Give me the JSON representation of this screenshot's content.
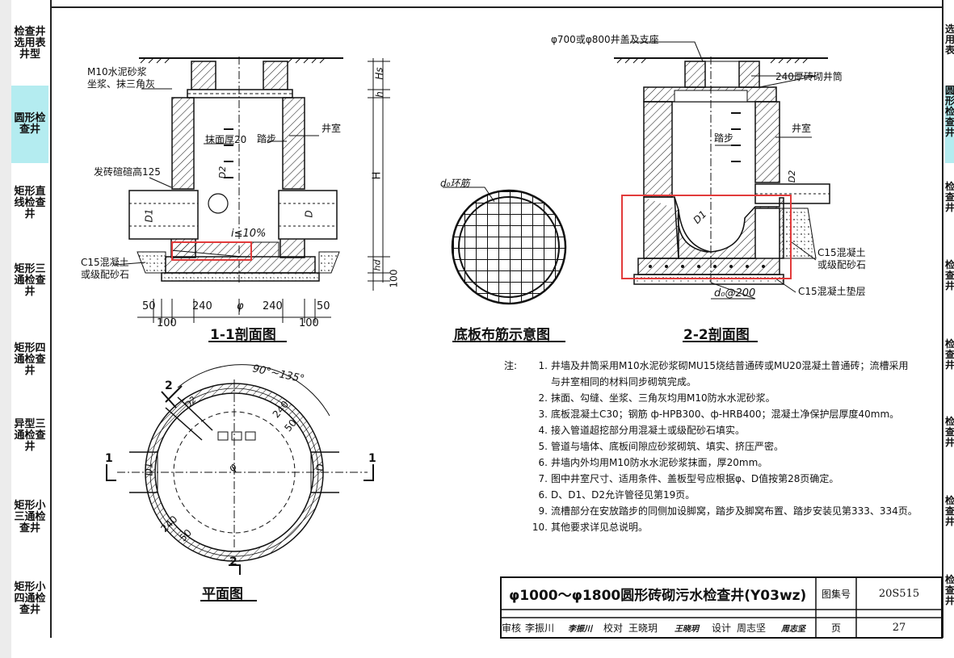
{
  "left_tabs": [
    {
      "label": "检查井选用表井型",
      "active": false
    },
    {
      "label": "圆形检查井",
      "active": true
    },
    {
      "label": "矩形直线检查井",
      "active": false
    },
    {
      "label": "矩形三通检查井",
      "active": false
    },
    {
      "label": "矩形四通检查井",
      "active": false
    },
    {
      "label": "异型三通检查井",
      "active": false
    },
    {
      "label": "矩形小三通检查井",
      "active": false
    },
    {
      "label": "矩形小四通检查井",
      "active": false
    }
  ],
  "right_tabs": [
    {
      "label": "选用表",
      "active": false
    },
    {
      "label": "圆形检查井",
      "active": true
    },
    {
      "label": "检查井",
      "active": false
    },
    {
      "label": "检查井",
      "active": false
    },
    {
      "label": "检查井",
      "active": false
    },
    {
      "label": "检查井",
      "active": false
    },
    {
      "label": "检查井",
      "active": false
    },
    {
      "label": "检查井",
      "active": false
    }
  ],
  "section11": {
    "title": "1-1剖面图",
    "label_mortar": "M10水泥砂浆",
    "label_mortar2": "坐浆、抹三角灰",
    "label_plaster": "抹面厚20",
    "label_step": "踏步",
    "label_chamber": "井室",
    "label_brick": "发砖碹碹高125",
    "label_concrete": "C15混凝土",
    "label_concrete2": "或级配砂石",
    "label_slope": "i≤10%",
    "d1": "D1",
    "d2": "D2",
    "d": "D",
    "hs": "Hs",
    "h": "h",
    "H": "H",
    "hd": "hd",
    "dim_100": "100",
    "dim_50": "50",
    "dim_240": "240",
    "dim_phi": "φ"
  },
  "rebar": {
    "title": "底板布筋示意图",
    "label": "d₀环筋"
  },
  "section22": {
    "title": "2-2剖面图",
    "label_cover": "φ700或φ800井盖及支座",
    "label_shaft": "240厚砖砌井筒",
    "label_chamber": "井室",
    "label_step": "踏步",
    "label_concrete": "C15混凝土",
    "label_concrete2": "或级配砂石",
    "label_cushion": "C15混凝土垫层",
    "label_rebar": "d₀@200",
    "d1": "D1",
    "d2": "D2"
  },
  "plan": {
    "title": "平面图",
    "angle": "90°~135°",
    "d1": "D1",
    "d2": "D2",
    "d": "D",
    "phi": "φ",
    "dim_240": "240",
    "dim_50": "50",
    "cut1": "1",
    "cut2": "2"
  },
  "notes": {
    "prefix": "注:",
    "items": [
      {
        "num": "1.",
        "text": "井墙及井筒采用M10水泥砂浆砌MU15烧结普通砖或MU20混凝土普通砖；流槽采用"
      },
      {
        "num": "",
        "text": "与井室相同的材料同步砌筑完成。"
      },
      {
        "num": "2.",
        "text": "抹面、勾缝、坐浆、三角灰均用M10防水水泥砂浆。"
      },
      {
        "num": "3.",
        "text": "底板混凝土C30；钢筋 ф-HPB300、ф-HRB400；混凝土净保护层厚度40mm。"
      },
      {
        "num": "4.",
        "text": "接入管道超挖部分用混凝土或级配砂石填实。"
      },
      {
        "num": "5.",
        "text": "管道与墙体、底板间隙应砂浆砌筑、填实、挤压严密。"
      },
      {
        "num": "6.",
        "text": "井墙内外均用M10防水水泥砂浆抹面，厚20mm。"
      },
      {
        "num": "7.",
        "text": "图中井室尺寸、适用条件、盖板型号应根据φ、D值按第28页确定。"
      },
      {
        "num": "6.",
        "text": "D、D1、D2允许管径见第19页。"
      },
      {
        "num": "9.",
        "text": "流槽部分在安放踏步的同侧加设脚窝，踏步及脚窝布置、踏步安装见第333、334页。"
      },
      {
        "num": "10.",
        "text": "其他要求详见总说明。"
      }
    ]
  },
  "titleblock": {
    "title": "φ1000～φ1800圆形砖砌污水检查井(Y03wz)",
    "atlas_label": "图集号",
    "atlas_value": "20S515",
    "page_label": "页",
    "page_value": "27",
    "review_label": "审核",
    "reviewer": "李振川",
    "reviewer_sig": "李振川",
    "check_label": "校对",
    "checker": "王晓玥",
    "checker_sig": "王晓玥",
    "design_label": "设计",
    "designer": "周志坚",
    "designer_sig": "周志坚"
  },
  "colors": {
    "highlight": "#e23b3b",
    "active_tab": "#b4ecf0"
  }
}
